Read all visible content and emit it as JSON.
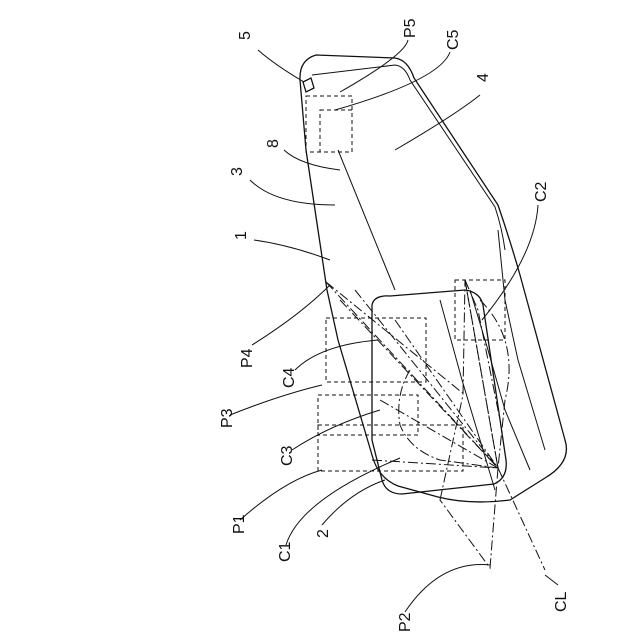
{
  "labels": {
    "n1": "1",
    "n2": "2",
    "n3": "3",
    "n4": "4",
    "n5": "5",
    "n8": "8",
    "p1": "P1",
    "p2": "P2",
    "p3": "P3",
    "p4": "P4",
    "p5": "P5",
    "c1": "C1",
    "c2": "C2",
    "c3": "C3",
    "c4": "C4",
    "c5": "C5",
    "cl": "CL"
  }
}
